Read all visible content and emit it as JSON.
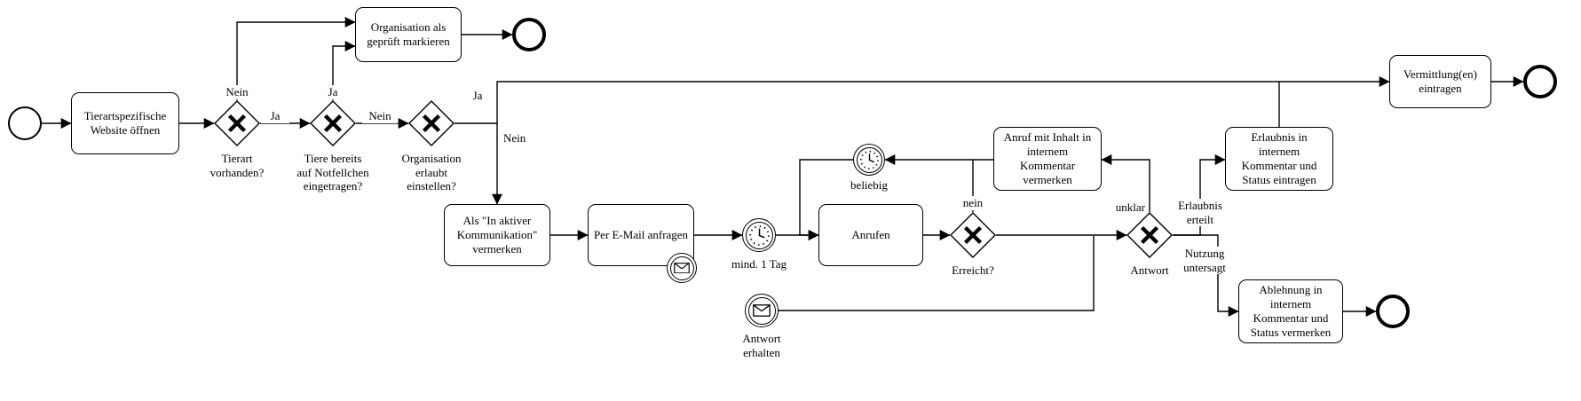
{
  "process": {
    "tasks": {
      "open_website": "Tierartspezifische\nWebsite öffnen",
      "mark_verified": "Organisation als\ngeprüft markieren",
      "mark_active_communication": "Als \"In aktiver\nKommunikation\"\nvermerken",
      "email_request": "Per E-Mail anfragen",
      "call": "Anrufen",
      "note_call_in_comment": "Anruf mit Inhalt in\ninternem\nKommentar\nvermerken",
      "enter_permission": "Erlaubnis in\ninternem\nKommentar und\nStatus eintragen",
      "note_rejection": "Ablehnung in\ninternem\nKommentar und\nStatus vermerken",
      "enter_placements": "Vermittlung(en)\neintragen"
    },
    "gateways": {
      "species_available": "Tierart\nvorhanden?",
      "already_listed": "Tiere bereits\nauf Notfellchen\neingetragen?",
      "posting_allowed": "Organisation\nerlaubt\neinstellen?",
      "reached": "Erreicht?",
      "answer": "Antwort"
    },
    "event_labels": {
      "timer_min_one_day": "mind. 1 Tag",
      "timer_any": "beliebig",
      "answer_received": "Antwort\nerhalten"
    },
    "edge_labels": {
      "species_no": "Nein",
      "species_yes": "Ja",
      "listed_yes": "Ja",
      "listed_no": "Nein",
      "allowed_yes": "Ja",
      "allowed_no": "Nein",
      "reached_no": "nein",
      "answer_unclear": "unklar",
      "answer_permission": "Erlaubnis\nerteilt",
      "answer_prohibited": "Nutzung\nuntersagt"
    },
    "colors": {
      "stroke": "#000000",
      "fill": "#ffffff"
    }
  }
}
